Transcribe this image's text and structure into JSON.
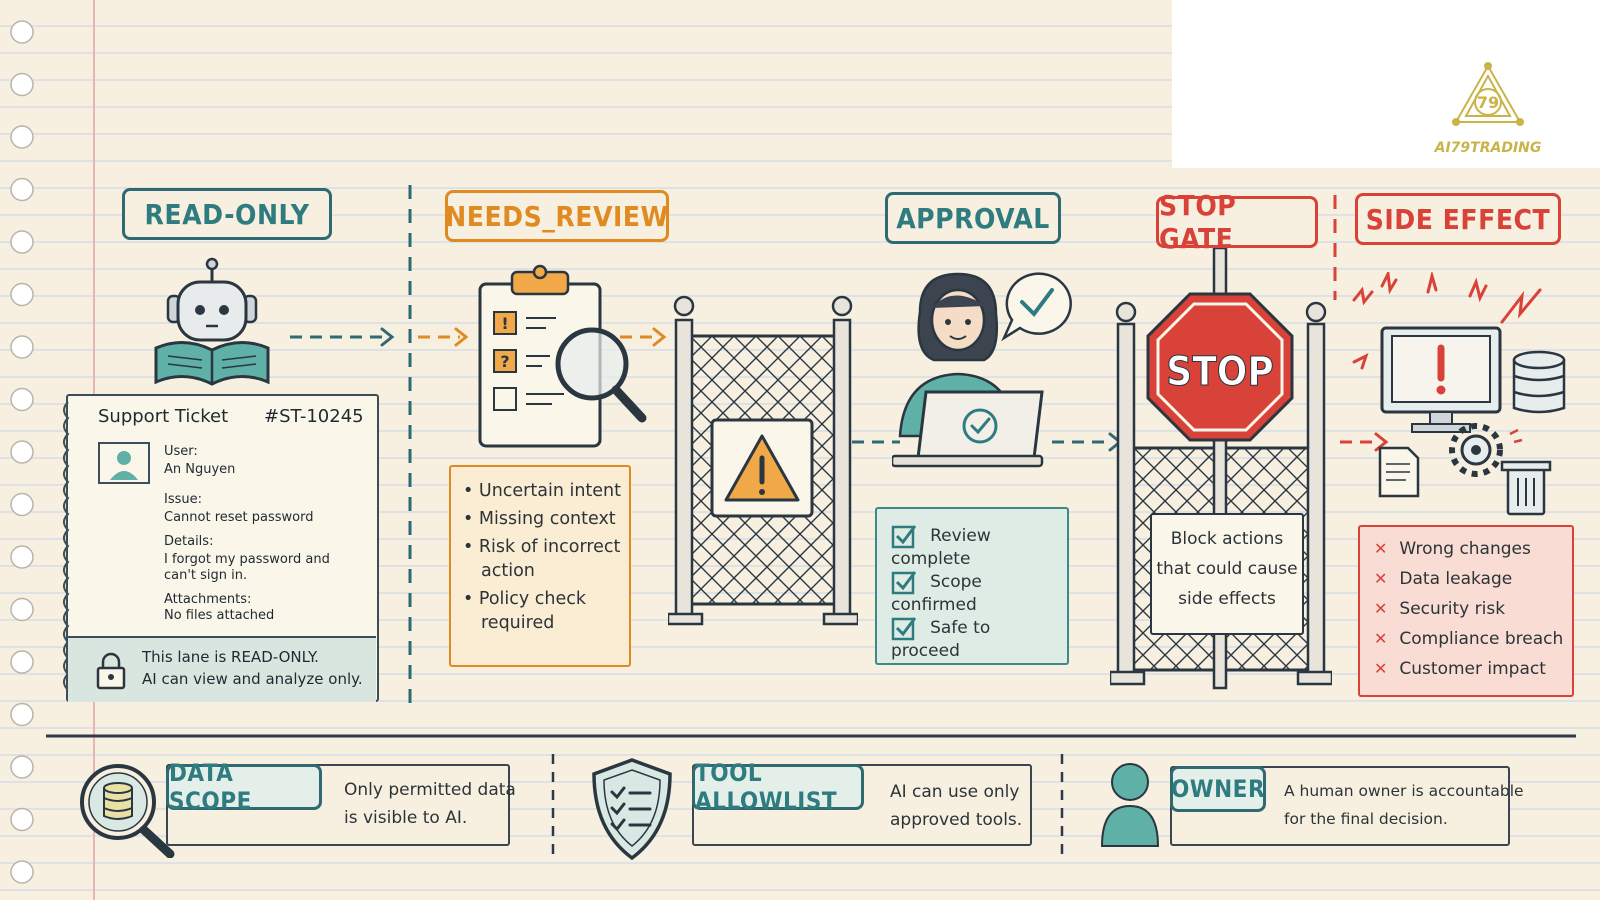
{
  "colors": {
    "teal": "#2f7c80",
    "orange": "#e08a22",
    "red": "#d84238",
    "ink": "#2a3640",
    "paper": "#f7f0e1",
    "gold": "#c9b44a"
  },
  "logo": {
    "text": "AI79TRADING",
    "mark": "79"
  },
  "lanes": {
    "read_only": {
      "label": "READ-ONLY",
      "icon": "robot-reading-icon",
      "ticket": {
        "title": "Support Ticket",
        "id": "#ST-10245",
        "user_label": "User:",
        "user_value": "An Nguyen",
        "issue_label": "Issue:",
        "issue_value": "Cannot reset password",
        "details_label": "Details:",
        "details_line1": "I forgot my password and",
        "details_line2": "can't sign in.",
        "attachments_label": "Attachments:",
        "attachments_value": "No files attached",
        "footer_line1": "This lane is READ-ONLY.",
        "footer_line2": "AI can view and analyze only."
      }
    },
    "needs_review": {
      "label": "NEEDS_REVIEW",
      "icon": "clipboard-magnifier-icon",
      "items": [
        {
          "line1": "Uncertain intent",
          "line2": ""
        },
        {
          "line1": "Missing context",
          "line2": ""
        },
        {
          "line1": "Risk of incorrect",
          "line2": "action"
        },
        {
          "line1": "Policy check",
          "line2": "required"
        }
      ]
    },
    "approval": {
      "label": "APPROVAL",
      "icon": "person-laptop-check-icon",
      "checks": [
        "Review complete",
        "Scope confirmed",
        "Safe to proceed"
      ]
    },
    "stop_gate": {
      "label": "STOP GATE",
      "sign": "STOP",
      "note": [
        "Block actions",
        "that could cause",
        "side effects"
      ]
    },
    "side_effect": {
      "label": "SIDE EFFECT",
      "icon": "computer-alert-icon",
      "items": [
        "Wrong changes",
        "Data leakage",
        "Security risk",
        "Compliance breach",
        "Customer impact"
      ]
    }
  },
  "controls": [
    {
      "label": "DATA SCOPE",
      "icon": "database-magnifier-icon",
      "line1": "Only permitted data",
      "line2": "is visible to AI."
    },
    {
      "label": "TOOL ALLOWLIST",
      "icon": "shield-checklist-icon",
      "line1": "AI can use only",
      "line2": "approved tools."
    },
    {
      "label": "OWNER",
      "icon": "person-icon",
      "line1": "A human owner is accountable",
      "line2": "for the final decision."
    }
  ]
}
